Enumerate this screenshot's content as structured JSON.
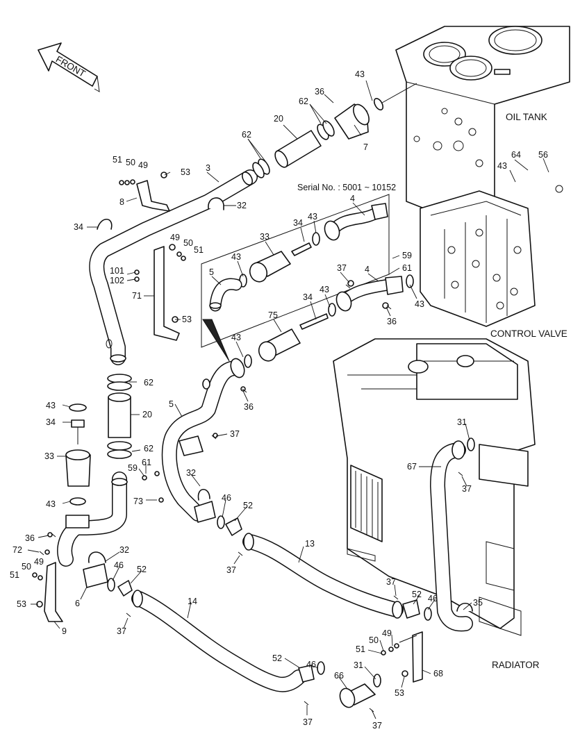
{
  "components": {
    "oil_tank": "OIL TANK",
    "control_valve": "CONTROL VALVE",
    "radiator": "RADIATOR",
    "front_arrow": "FRONT"
  },
  "serial_note": "Serial No. : 5001 ~ 10152",
  "callouts": {
    "c43a": "43",
    "c36a": "36",
    "c62a": "62",
    "c20a": "20",
    "c7": "7",
    "c62b": "62",
    "c3": "3",
    "c51a": "51",
    "c50a": "50",
    "c49a": "49",
    "c53a": "53",
    "c8": "8",
    "c32a": "32",
    "c64": "64",
    "c56": "56",
    "c43b": "43",
    "c34a": "34",
    "c49b": "49",
    "c50b": "50",
    "c51b": "51",
    "c4a": "4",
    "c43c": "43",
    "c34b": "34",
    "c33a": "33",
    "c43d": "43",
    "c5a": "5",
    "c101": "101",
    "c102": "102",
    "c71": "71",
    "c53b": "53",
    "c59a": "59",
    "c61a": "61",
    "c37a": "37",
    "c4b": "4",
    "c43e": "43",
    "c43f": "43",
    "c34c": "34",
    "c36b": "36",
    "c75": "75",
    "c43g": "43",
    "c36c": "36",
    "c62c": "62",
    "c43h": "43",
    "c20b": "20",
    "c34d": "34",
    "c5b": "5",
    "c37b": "37",
    "c62d": "62",
    "c33b": "33",
    "c61b": "61",
    "c59b": "59",
    "c32b": "32",
    "c31a": "31",
    "c67": "67",
    "c37c": "37",
    "c43i": "43",
    "c73": "73",
    "c46a": "46",
    "c52a": "52",
    "c36d": "36",
    "c13": "13",
    "c37d": "37",
    "c72": "72",
    "c49c": "49",
    "c50c": "50",
    "c51c": "51",
    "c32c": "32",
    "c46b": "46",
    "c52b": "52",
    "c6": "6",
    "c53c": "53",
    "c9": "9",
    "c37e": "37",
    "c14": "14",
    "c37f": "37",
    "c52c": "52",
    "c46c": "46",
    "c35": "35",
    "c49d": "49",
    "c50d": "50",
    "c51d": "51",
    "c52d": "52",
    "c46d": "46",
    "c31b": "31",
    "c66": "66",
    "c68": "68",
    "c53d": "53",
    "c37g": "37",
    "c37h": "37"
  }
}
